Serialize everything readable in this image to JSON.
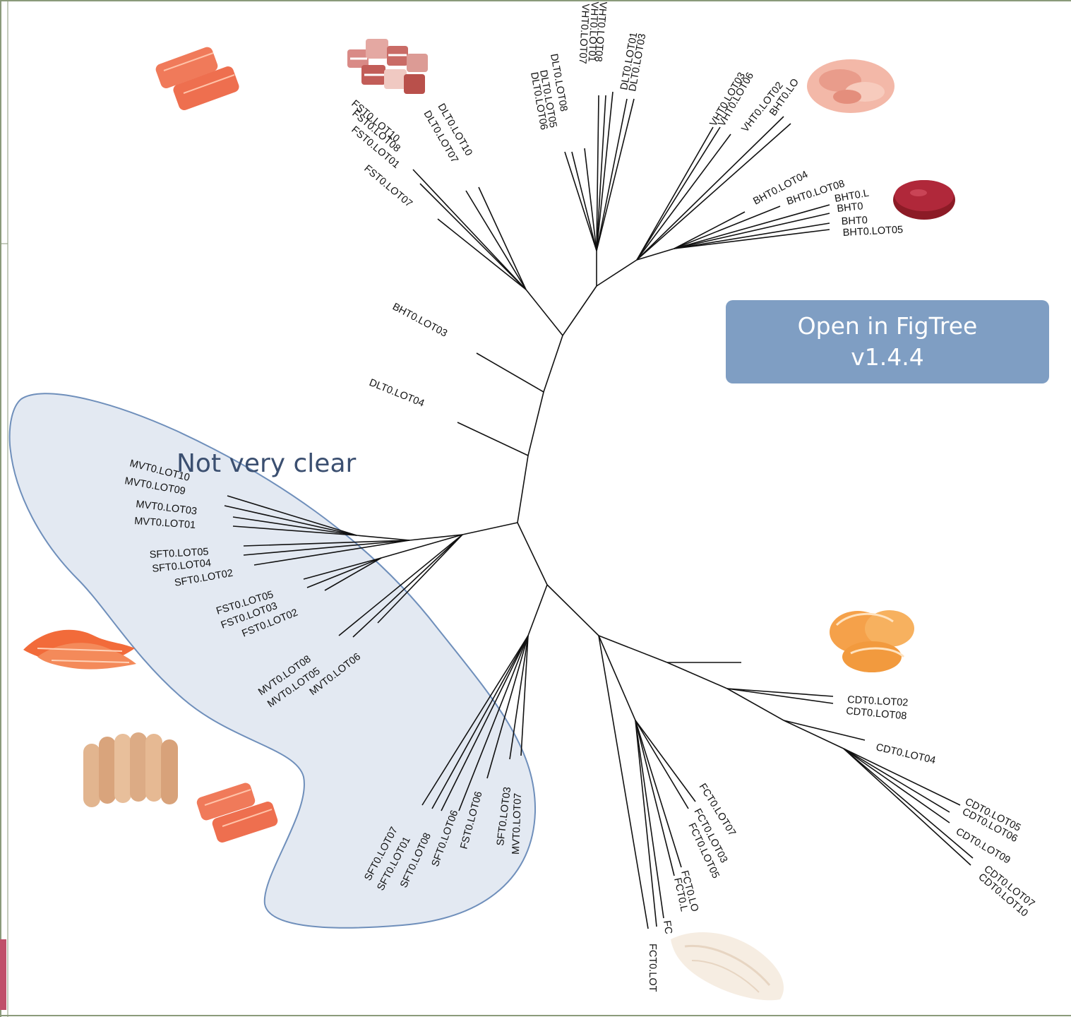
{
  "callouts": {
    "note": "Not very clear",
    "button_line1": "Open in FigTree",
    "button_line2": "v1.4.4"
  },
  "tip_labels": {
    "dl_top": [
      "DLT0.LOT08",
      "DLT0.LOT05",
      "DLT0.LOT06"
    ],
    "vht_top": [
      "VHT0.LOT07",
      "VHT0.LOT01",
      "VHT0.LOT08"
    ],
    "dl_top2": [
      "DLT0.LOT01",
      "DLT0.LOT03"
    ],
    "fs_left": [
      "FST0.LOT10",
      "FST0.LOT08",
      "FST0.LOT01",
      "FST0.LOT07"
    ],
    "dl_left": [
      "DLT0.LOT10",
      "DLT0.LOT07"
    ],
    "vht_right": [
      "VHT0.LOT03",
      "VHT0.LOT06",
      "VHT0.LOT02"
    ],
    "bht_partial": "BHT0.LO",
    "bht_right": [
      "BHT0.LOT04",
      "BHT0.LOT08",
      "BHT0.L",
      "BHT0",
      "BHT0",
      "BHT0.LOT05"
    ],
    "bht_single": "BHT0.LOT03",
    "dl_single": "DLT0.LOT04",
    "mv_left": [
      "MVT0.LOT10",
      "MVT0.LOT09",
      "MVT0.LOT03",
      "MVT0.LOT01"
    ],
    "sf_left": [
      "SFT0.LOT05",
      "SFT0.LOT04",
      "SFT0.LOT02"
    ],
    "fs_mid": [
      "FST0.LOT05",
      "FST0.LOT03",
      "FST0.LOT02"
    ],
    "mv_mid": [
      "MVT0.LOT08",
      "MVT0.LOT05",
      "MVT0.LOT06"
    ],
    "sf_bottom": [
      "SFT0.LOT07",
      "SFT0.LOT01",
      "SFT0.LOT08",
      "SFT0.LOT06",
      "FST0.LOT06",
      "SFT0.LOT03",
      "MVT0.LOT07"
    ],
    "cd_right": [
      "CDT0.LOT02",
      "CDT0.LOT08",
      "CDT0.LOT04"
    ],
    "cd_bottom": [
      "CDT0.LOT05",
      "CDT0.LOT06",
      "CDT0.LOT09",
      "CDT0.LOT07",
      "CDT0.LOT10"
    ],
    "fc_bottom": [
      "FCT0.LOT07",
      "FCT0.LOT03",
      "FCT0.LOT05",
      "FCT0.LO",
      "FCT0.L",
      "FC",
      "FCT0.LOT"
    ]
  },
  "food_icons": [
    "salmon-fillet-icon",
    "bacon-icon",
    "minced-meat-icon",
    "burger-patty-icon",
    "smoked-salmon-icon",
    "sausages-icon",
    "salmon-steak-icon",
    "shrimp-icon",
    "white-fish-fillet-icon"
  ],
  "colors": {
    "button": "#7f9ec3",
    "highlight_fill": "#e3e9f2",
    "highlight_stroke": "#6f8fbb",
    "note_text": "#3b4f70",
    "branch": "#111111"
  }
}
